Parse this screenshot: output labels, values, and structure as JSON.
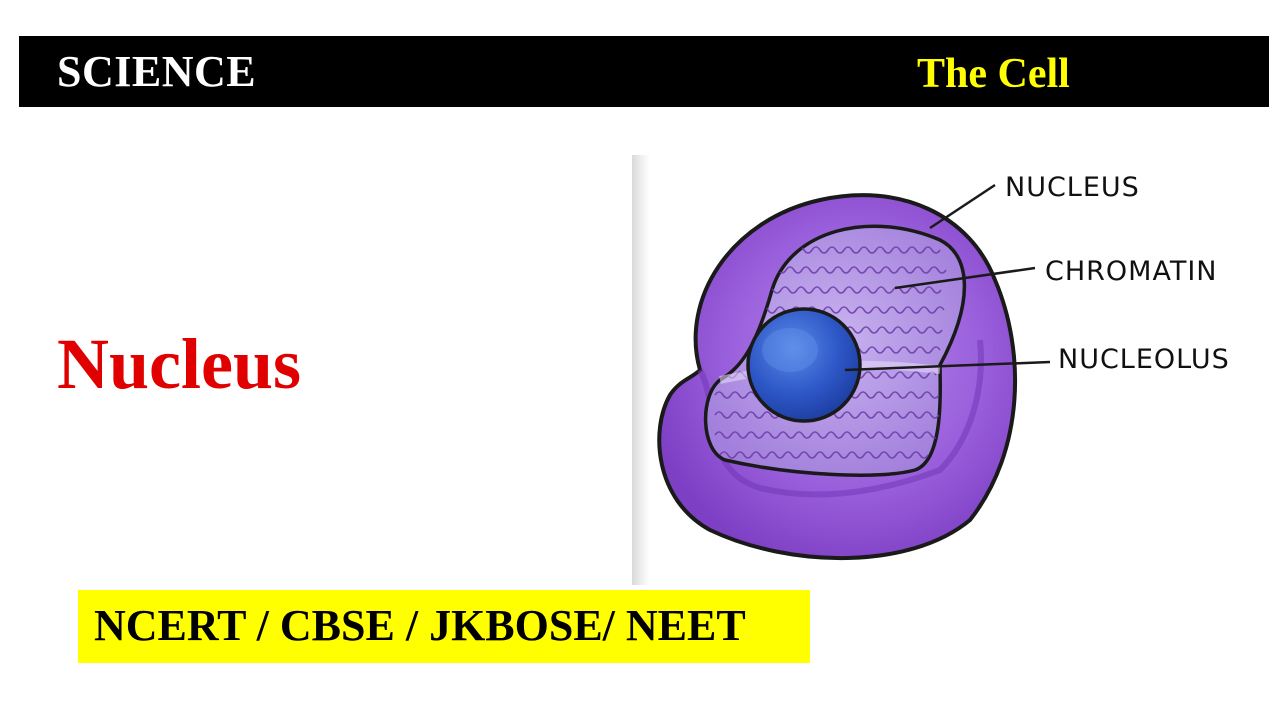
{
  "header": {
    "subject": "SCIENCE",
    "chapter": "The Cell"
  },
  "topic": "Nucleus",
  "tags": "NCERT / CBSE / JKBOSE/ NEET",
  "diagram": {
    "labels": {
      "nucleus": "NUCLEUS",
      "chromatin": "CHROMATIN",
      "nucleolus": "NUCLEOLUS"
    }
  },
  "colors": {
    "header_bg": "#000000",
    "subject_text": "#ffffff",
    "chapter_text": "#ffff00",
    "topic_text": "#e00000",
    "tag_bg": "#ffff00",
    "nucleus_outer": "#8a4fd0",
    "nucleus_inner": "#a98ae0",
    "nucleolus": "#2a55c8"
  }
}
